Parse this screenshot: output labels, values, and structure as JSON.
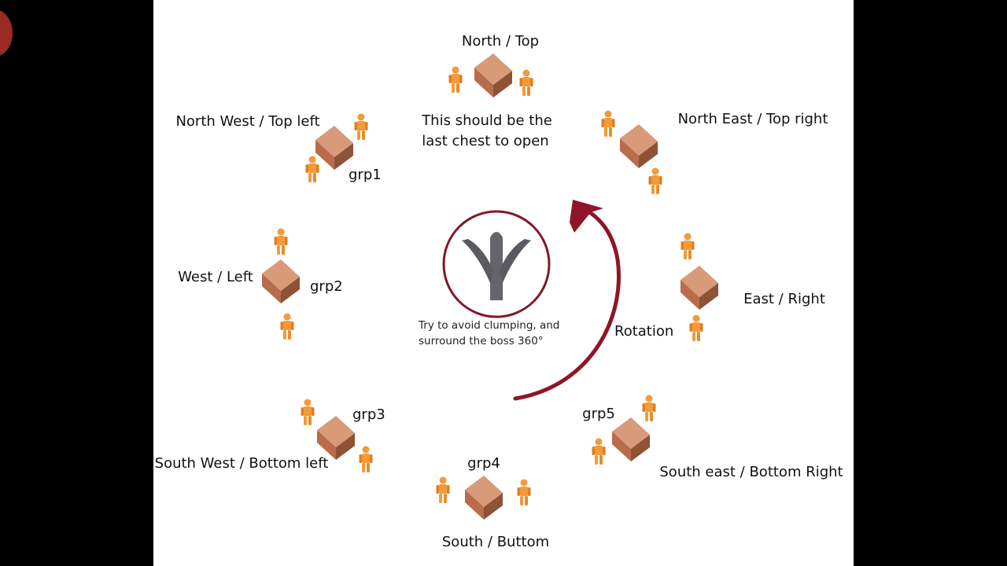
{
  "labels": {
    "north": "North / Top",
    "north_east": "North East / Top right",
    "east": "East / Right",
    "south_east": "South east / Bottom Right",
    "south": "South / Buttom",
    "south_west": "South West / Bottom left",
    "west": "West / Left",
    "north_west": "North West / Top left"
  },
  "groups": {
    "grp1": "grp1",
    "grp2": "grp2",
    "grp3": "grp3",
    "grp4": "grp4",
    "grp5": "grp5"
  },
  "notes": {
    "last_chest_line1": "This should be the",
    "last_chest_line2": "last chest to open",
    "avoid_line1": "Try to avoid clumping, and",
    "avoid_line2": "surround the boss 360°",
    "rotation": "Rotation"
  },
  "colors": {
    "chest": "#c67c5c",
    "player": "#f39a3a",
    "arrow": "#8e1527",
    "boss_ring": "#7e1a2a",
    "boss_icon": "#5f5f66"
  },
  "icons": {
    "chest": "chest-icon",
    "player": "player-figure-icon",
    "boss": "boss-icon",
    "arrow": "rotation-arrow-icon"
  }
}
